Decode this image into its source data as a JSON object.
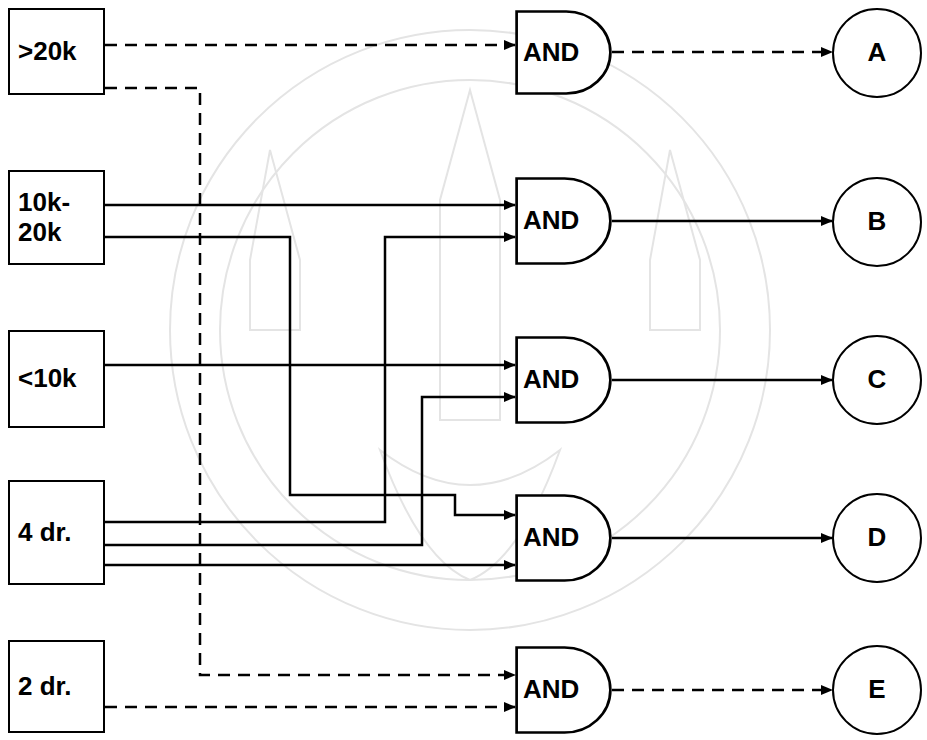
{
  "diagram": {
    "nodes": [
      {
        "text": [
          ">20k"
        ]
      },
      {
        "text": [
          "AND"
        ]
      },
      {
        "text": [
          "A"
        ]
      },
      {
        "text": [
          "10k- 20k"
        ]
      },
      {
        "text": [
          "AND"
        ]
      },
      {
        "text": [
          "B"
        ]
      },
      {
        "text": [
          "<10k"
        ]
      },
      {
        "text": [
          "AND"
        ]
      },
      {
        "text": [
          "C"
        ]
      },
      {
        "text": [
          "4 dr."
        ]
      },
      {
        "text": [
          "AND"
        ]
      },
      {
        "text": [
          "D"
        ]
      },
      {
        "text": [
          "2 dr."
        ]
      },
      {
        "text": [
          "AND"
        ]
      },
      {
        "text": [
          "E"
        ]
      }
    ],
    "edges": [
      {
        "from": 0,
        "to": 1,
        "arrow": "to"
      },
      {
        "from": 0,
        "to": 13,
        "arrow": "to"
      },
      {
        "from": 12,
        "to": 13,
        "arrow": "to"
      },
      {
        "from": 1,
        "to": 2,
        "arrow": "to"
      },
      {
        "from": 3,
        "to": 4,
        "arrow": "to"
      },
      {
        "from": 9,
        "to": 4,
        "arrow": "to"
      },
      {
        "from": 4,
        "to": 5,
        "arrow": "to"
      },
      {
        "from": 6,
        "to": 7,
        "arrow": "to"
      },
      {
        "from": 9,
        "to": 7,
        "arrow": "to"
      },
      {
        "from": 7,
        "to": 8,
        "arrow": "to"
      },
      {
        "from": 3,
        "to": 10,
        "arrow": "to"
      },
      {
        "from": 9,
        "to": 10,
        "arrow": "to"
      },
      {
        "from": 10,
        "to": 11,
        "arrow": "to"
      },
      {
        "from": 13,
        "to": 14,
        "arrow": "to"
      }
    ]
  }
}
